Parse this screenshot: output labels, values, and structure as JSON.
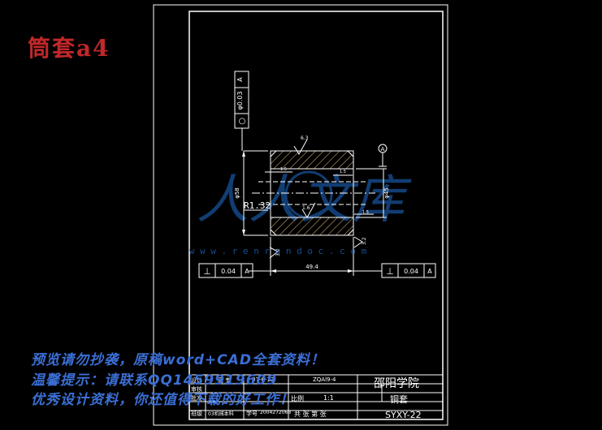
{
  "drawing_title": "筒套a4",
  "watermark": {
    "logo_text": "人人文库",
    "url": "w w w . r e n r e n d o c . c o m"
  },
  "annotations": {
    "radius": "R1.32",
    "datum": "A",
    "circularity_symbol": "○",
    "circularity_value": "φ0.03",
    "circularity_datum": "A",
    "perp_symbol": "⊥",
    "perp_left_value": "0.04",
    "perp_left_datum": "A",
    "perp_right_value": "0.04",
    "perp_right_datum": "A",
    "dim_length": "49.4",
    "dim_outer_dia": "φ58",
    "dim_inner_dia": "φ45",
    "rough_top": "6.3",
    "rough_mid": "1.6",
    "rough_left": "3.2",
    "rough_right": "3.2",
    "chamfer_left": "1.5",
    "chamfer_right": "1.5",
    "chamfer_bottom": "1.5"
  },
  "title_block": {
    "school": "邵阳学院",
    "part_name": "铜套",
    "drawing_no": "SYXY-22",
    "code": "ZQAl9-4",
    "scale_label": "比例",
    "scale": "1:1",
    "designer_label": "设计",
    "designer": "高 奎",
    "date": "07-6-12",
    "check_label": "审核",
    "approve_label": "批准",
    "class_label": "班级",
    "class_value": "03机械本科",
    "id_label": "学号",
    "id_value": "2004272068",
    "sheets": "共 张 第 张"
  },
  "notices": {
    "line1": "预览请勿抄袭，原稿word+CAD全套资料！",
    "line2": "温馨提示：请联系QQ1459919609",
    "line3": "优秀设计资料，你还值得下载的好工作！"
  }
}
